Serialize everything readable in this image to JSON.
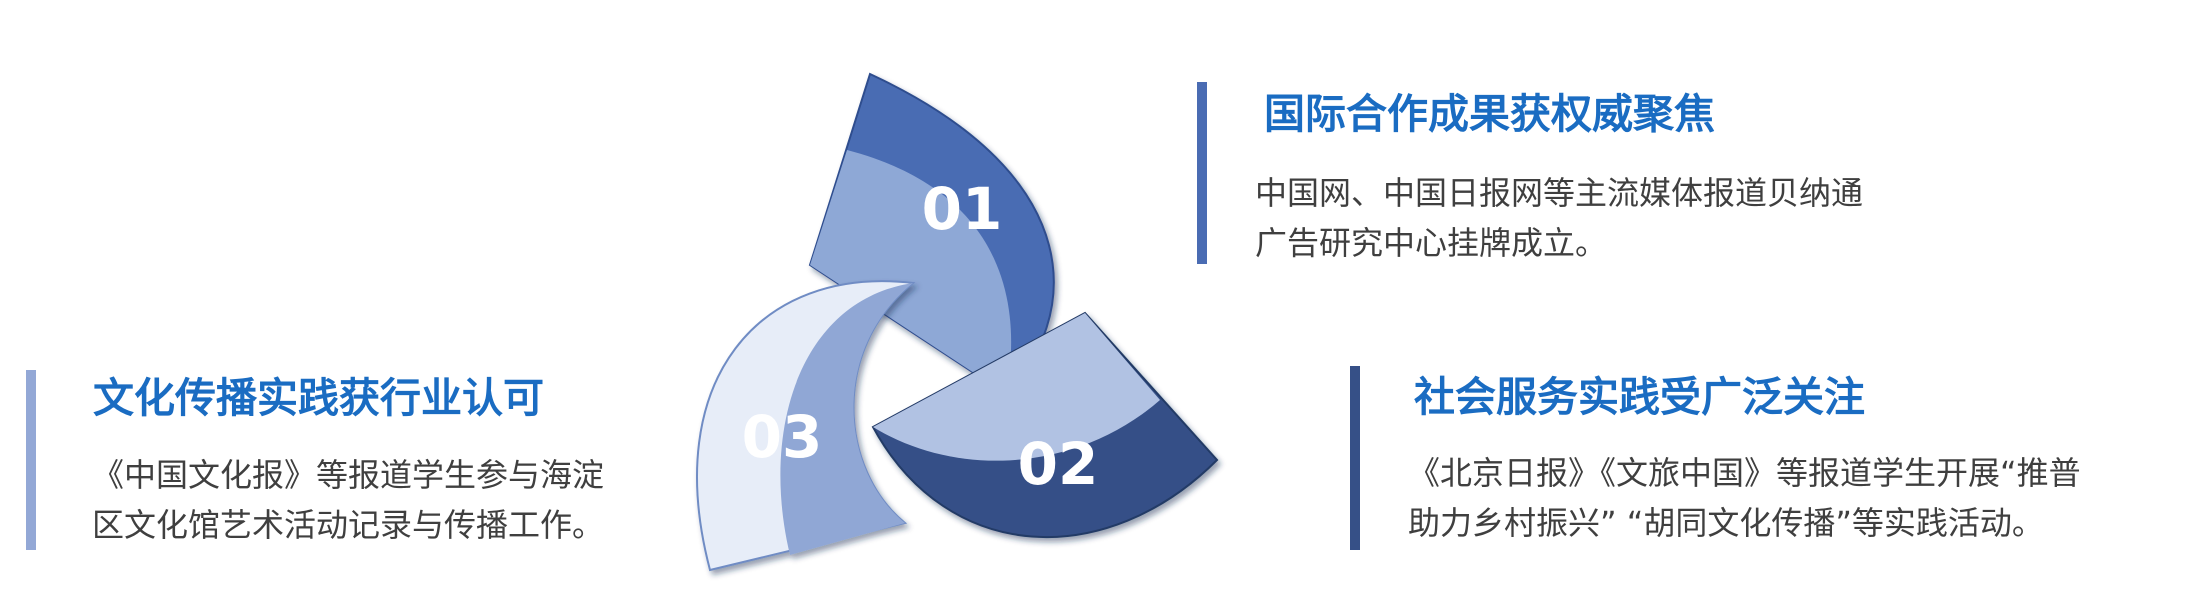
{
  "colors": {
    "title": "#1a6cc2",
    "body_text": "#3f3f3f",
    "blade_1_outer": "#4a6cb3",
    "blade_1_inner": "#8ea8d6",
    "blade_2_outer": "#365087",
    "blade_2_inner": "#b1c2e3",
    "blade_3_outer": "#e7edf8",
    "blade_3_inner": "#90a7d5",
    "bar_1": "#4a6cb3",
    "bar_2": "#365087",
    "bar_3": "#93a8d6"
  },
  "blades": [
    {
      "number": "01",
      "icon": "blade-segment"
    },
    {
      "number": "02",
      "icon": "blade-segment"
    },
    {
      "number": "03",
      "icon": "blade-segment"
    }
  ],
  "blocks": [
    {
      "title": "国际合作成果获权威聚焦",
      "lines": [
        "中国网、中国日报网等主流媒体报道贝纳通",
        "广告研究中心挂牌成立。"
      ]
    },
    {
      "title": "社会服务实践受广泛关注",
      "lines": [
        "《北京日报》《文旅中国》等报道学生开展“推普",
        "助力乡村振兴” “胡同文化传播”等实践活动。"
      ]
    },
    {
      "title": "文化传播实践获行业认可",
      "lines": [
        "《中国文化报》等报道学生参与海淀",
        "区文化馆艺术活动记录与传播工作。"
      ]
    }
  ]
}
